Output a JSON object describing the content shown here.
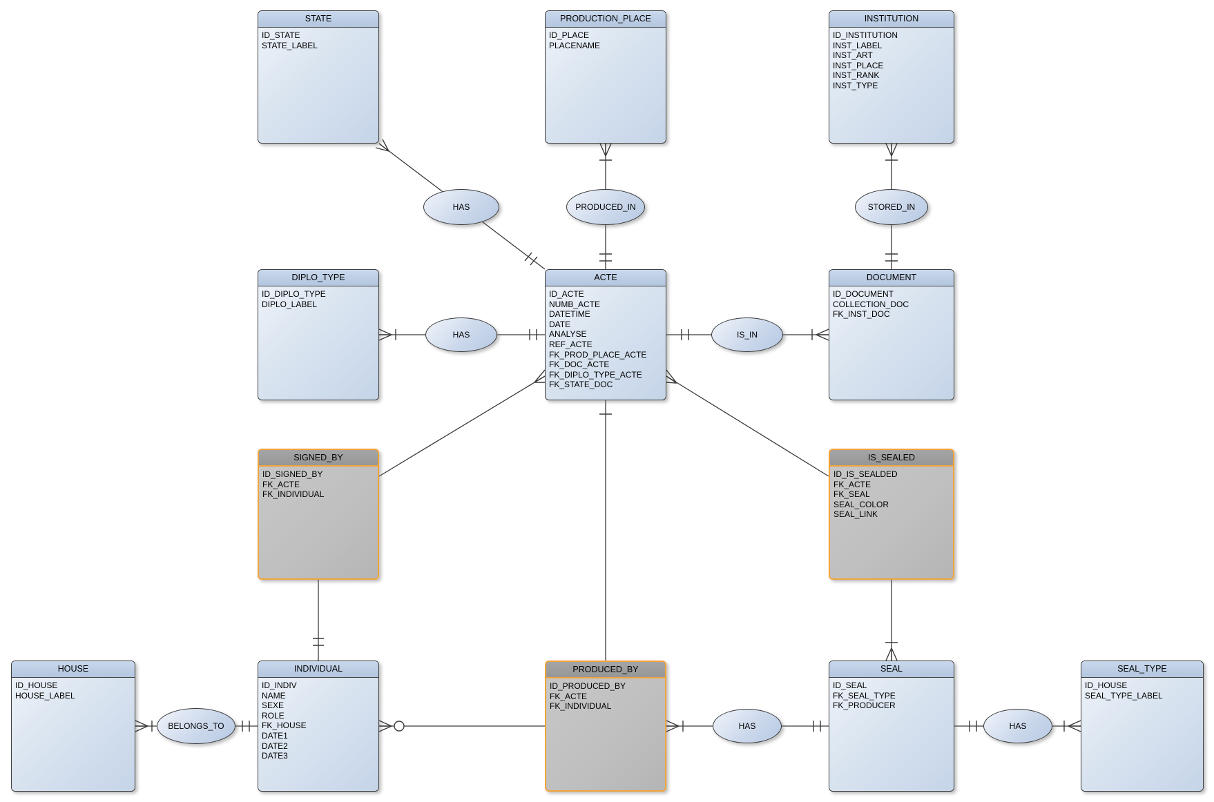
{
  "diagram_type": "entity-relationship",
  "colors": {
    "entity_header": "#bfcfe4",
    "entity_body": "#d7e2f0",
    "entity_border": "#3f3f3f",
    "associative_header": "#9b9b9b",
    "associative_body": "#bfbfbf",
    "associative_border": "#f2a33c",
    "connector_line": "#3a3a3a",
    "background": "#ffffff"
  },
  "entities": [
    {
      "name": "STATE",
      "kind": "entity",
      "attributes": [
        "ID_STATE",
        "STATE_LABEL"
      ]
    },
    {
      "name": "PRODUCTION_PLACE",
      "kind": "entity",
      "attributes": [
        "ID_PLACE",
        "PLACENAME"
      ]
    },
    {
      "name": "INSTITUTION",
      "kind": "entity",
      "attributes": [
        "ID_INSTITUTION",
        "INST_LABEL",
        "INST_ART",
        "INST_PLACE",
        "INST_RANK",
        "INST_TYPE"
      ]
    },
    {
      "name": "DIPLO_TYPE",
      "kind": "entity",
      "attributes": [
        "ID_DIPLO_TYPE",
        "DIPLO_LABEL"
      ]
    },
    {
      "name": "ACTE",
      "kind": "entity",
      "attributes": [
        "ID_ACTE",
        "NUMB_ACTE",
        "DATETIME",
        "DATE",
        "ANALYSE",
        "REF_ACTE",
        "FK_PROD_PLACE_ACTE",
        "FK_DOC_ACTE",
        "FK_DIPLO_TYPE_ACTE",
        "FK_STATE_DOC"
      ]
    },
    {
      "name": "DOCUMENT",
      "kind": "entity",
      "attributes": [
        "ID_DOCUMENT",
        "COLLECTION_DOC",
        "FK_INST_DOC"
      ]
    },
    {
      "name": "SIGNED_BY",
      "kind": "associative-entity",
      "attributes": [
        "ID_SIGNED_BY",
        "FK_ACTE",
        "FK_INDIVIDUAL"
      ]
    },
    {
      "name": "IS_SEALED",
      "kind": "associative-entity",
      "attributes": [
        "ID_IS_SEALDED",
        "FK_ACTE",
        "FK_SEAL",
        "SEAL_COLOR",
        "SEAL_LINK"
      ]
    },
    {
      "name": "HOUSE",
      "kind": "entity",
      "attributes": [
        "ID_HOUSE",
        "HOUSE_LABEL"
      ]
    },
    {
      "name": "INDIVIDUAL",
      "kind": "entity",
      "attributes": [
        "ID_INDIV",
        "NAME",
        "SEXE",
        "ROLE",
        "FK_HOUSE",
        "DATE1",
        "DATE2",
        "DATE3"
      ]
    },
    {
      "name": "PRODUCED_BY",
      "kind": "associative-entity",
      "attributes": [
        "ID_PRODUCED_BY",
        "FK_ACTE",
        "FK_INDIVIDUAL"
      ]
    },
    {
      "name": "SEAL",
      "kind": "entity",
      "attributes": [
        "ID_SEAL",
        "FK_SEAL_TYPE",
        "FK_PRODUCER"
      ]
    },
    {
      "name": "SEAL_TYPE",
      "kind": "entity",
      "attributes": [
        "ID_HOUSE",
        "SEAL_TYPE_LABEL"
      ]
    }
  ],
  "relationships": [
    {
      "label": "HAS",
      "between": [
        "STATE",
        "ACTE"
      ]
    },
    {
      "label": "PRODUCED_IN",
      "between": [
        "PRODUCTION_PLACE",
        "ACTE"
      ]
    },
    {
      "label": "STORED_IN",
      "between": [
        "INSTITUTION",
        "DOCUMENT"
      ]
    },
    {
      "label": "HAS",
      "between": [
        "DIPLO_TYPE",
        "ACTE"
      ]
    },
    {
      "label": "IS_IN",
      "between": [
        "ACTE",
        "DOCUMENT"
      ]
    },
    {
      "label": "BELONGS_TO",
      "between": [
        "HOUSE",
        "INDIVIDUAL"
      ]
    },
    {
      "label": "HAS",
      "between": [
        "PRODUCED_BY",
        "SEAL"
      ]
    },
    {
      "label": "HAS",
      "between": [
        "SEAL",
        "SEAL_TYPE"
      ]
    }
  ],
  "direct_links": [
    [
      "SIGNED_BY",
      "ACTE"
    ],
    [
      "SIGNED_BY",
      "INDIVIDUAL"
    ],
    [
      "IS_SEALED",
      "ACTE"
    ],
    [
      "IS_SEALED",
      "SEAL"
    ],
    [
      "PRODUCED_BY",
      "ACTE"
    ],
    [
      "INDIVIDUAL",
      "PRODUCED_BY"
    ]
  ]
}
